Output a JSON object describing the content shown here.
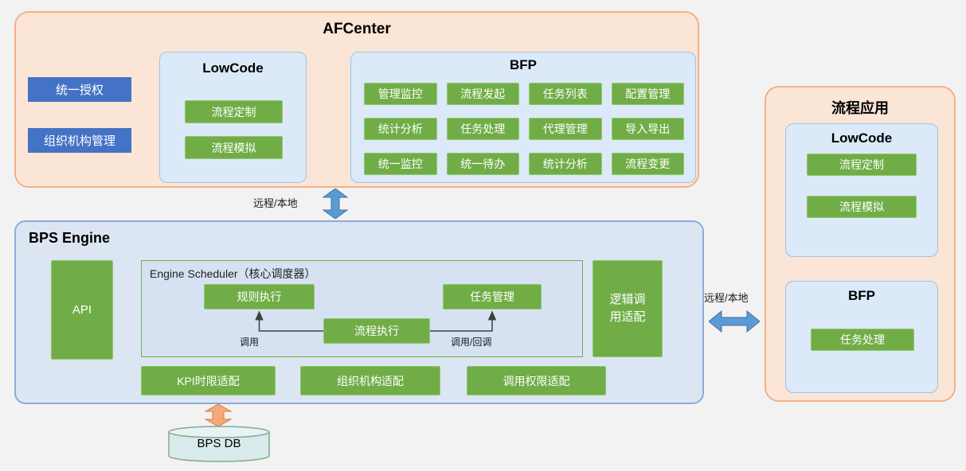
{
  "afcenter": {
    "title": "AFCenter",
    "side_buttons": [
      "统一授权",
      "组织机构管理"
    ],
    "lowcode": {
      "title": "LowCode",
      "buttons": [
        "流程定制",
        "流程模拟"
      ]
    },
    "bfp": {
      "title": "BFP",
      "buttons": [
        "管理监控",
        "流程发起",
        "任务列表",
        "配置管理",
        "统计分析",
        "任务处理",
        "代理管理",
        "导入导出",
        "统一监控",
        "统一待办",
        "统计分析",
        "流程变更"
      ]
    }
  },
  "connectors": {
    "afcenter_bps_label": "远程/本地",
    "bps_app_label": "远程/本地"
  },
  "bps_engine": {
    "title": "BPS Engine",
    "api": "API",
    "scheduler": {
      "title": "Engine Scheduler（核心调度器）",
      "rule_exec": "规则执行",
      "task_mgmt": "任务管理",
      "flow_exec": "流程执行",
      "call_label": "调用",
      "call_callback_label": "调用/回调"
    },
    "logic_adapter": "逻辑调用适配",
    "adapters": [
      "KPI时限适配",
      "组织机构适配",
      "调用权限适配"
    ]
  },
  "process_app": {
    "title": "流程应用",
    "lowcode": {
      "title": "LowCode",
      "buttons": [
        "流程定制",
        "流程模拟"
      ]
    },
    "bfp": {
      "title": "BFP",
      "buttons": [
        "任务处理"
      ]
    }
  },
  "database": {
    "label": "BPS DB"
  },
  "colors": {
    "green_button": "#70ad47",
    "blue_button": "#4472c4",
    "peach_panel": "#fbe5d6",
    "peach_border": "#f4b183",
    "blue_panel": "#dce6f2",
    "blue_panel_border": "#8eaadb",
    "inner_box": "#dbe9f8",
    "inner_box_border": "#9dc3e6",
    "arrow_blue": "#5b9bd5",
    "arrow_orange": "#f4a97c"
  }
}
